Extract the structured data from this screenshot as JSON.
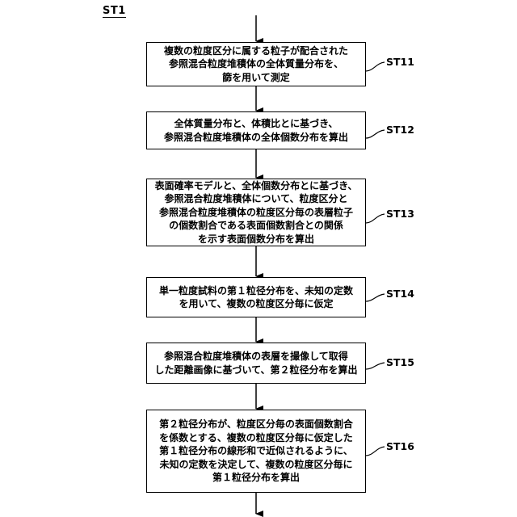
{
  "flowchart": {
    "title": "ST1",
    "steps": [
      {
        "id": "ST11",
        "label": "ST11",
        "text": "複数の粒度区分に属する粒子が配合された\n参照混合粒度堆積体の全体質量分布を、\n篩を用いて測定"
      },
      {
        "id": "ST12",
        "label": "ST12",
        "text": "全体質量分布と、体積比とに基づき、\n参照混合粒度堆積体の全体個数分布を算出"
      },
      {
        "id": "ST13",
        "label": "ST13",
        "text": "表面確率モデルと、全体個数分布とに基づき、\n参照混合粒度堆積体について、粒度区分と\n参照混合粒度堆積体の粒度区分毎の表層粒子\nの個数割合である表面個数割合との関係\nを示す表面個数分布を算出"
      },
      {
        "id": "ST14",
        "label": "ST14",
        "text": "単一粒度試料の第１粒径分布を、未知の定数\nを用いて、複数の粒度区分毎に仮定"
      },
      {
        "id": "ST15",
        "label": "ST15",
        "text": "参照混合粒度堆積体の表層を撮像して取得\nした距離画像に基づいて、第２粒径分布を算出"
      },
      {
        "id": "ST16",
        "label": "ST16",
        "text": "第２粒径分布が、粒度区分毎の表面個数割合\nを係数とする、複数の粒度区分毎に仮定した\n第１粒径分布の線形和で近似されるように、\n未知の定数を決定して、複数の粒度区分毎に\n第１粒径分布を算出"
      }
    ]
  }
}
